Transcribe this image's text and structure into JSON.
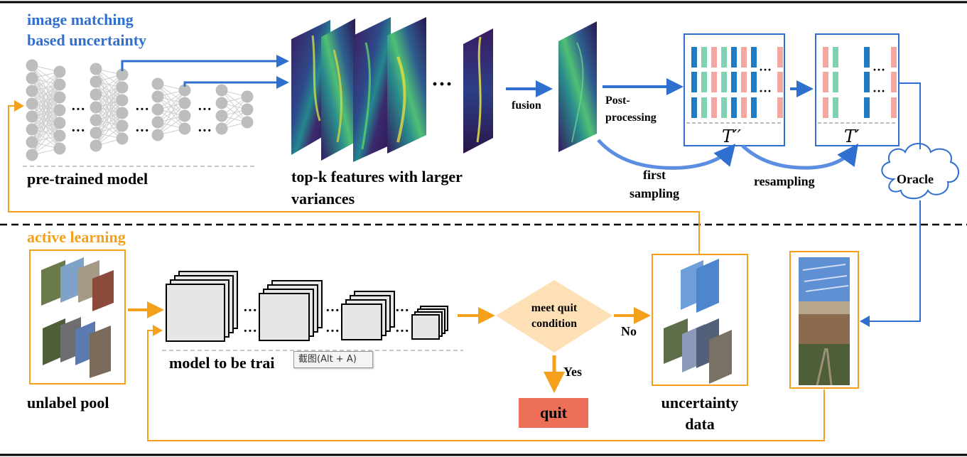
{
  "section_top": {
    "title_line1": "image matching",
    "title_line2": "based uncertainty",
    "pretrained_label": "pre-trained model",
    "features_label_line1": "top-k features with larger",
    "features_label_line2": "variances",
    "fusion_label": "fusion",
    "postprocessing_line1": "Post-",
    "postprocessing_line2": "processing",
    "t_double_prime": "T′′",
    "t_prime": "T′",
    "first_sampling_line1": "first",
    "first_sampling_line2": "sampling",
    "resampling_label": "resampling",
    "oracle_label": "Oracle",
    "ellipsis": "···"
  },
  "section_bottom": {
    "title": "active learning",
    "unlabel_pool_label": "unlabel pool",
    "model_label": "model to be trai",
    "decision_line1": "meet quit",
    "decision_line2": "condition",
    "no_label": "No",
    "yes_label": "Yes",
    "quit_label": "quit",
    "uncertainty_line1": "uncertainty",
    "uncertainty_line2": "data",
    "ellipsis": "···"
  },
  "tooltip": {
    "text": "截图(Alt + A)"
  },
  "colors": {
    "blue": "#2f6fd0",
    "orange": "#f5a01a",
    "node_gray": "#bdbdbd",
    "decision_fill": "#fde0b5",
    "quit_fill": "#ee6f57",
    "bar_blue": "#1f7bc4",
    "bar_green": "#7fd3b0",
    "bar_pink": "#f4a7a0",
    "feature_dark": "#3b1a5c"
  }
}
